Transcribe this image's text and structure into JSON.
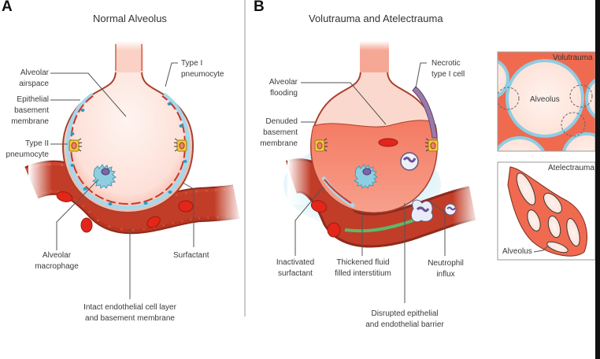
{
  "panel_a": {
    "letter": "A",
    "title": "Normal Alveolus",
    "labels": {
      "alveolar_airspace": "Alveolar\nairspace",
      "epithelial_basement_membrane": "Epithelial\nbasement\nmembrane",
      "type_ii_pneumocyte": "Type II\npneumocyte",
      "type_i_pneumocyte": "Type I\npneumocyte",
      "alveolar_macrophage": "Alveolar\nmacrophage",
      "surfactant": "Surfactant",
      "intact_endothelial": "Intact endothelial cell layer\nand basement membrane"
    }
  },
  "panel_b": {
    "letter": "B",
    "title": "Volutrauma and Atelectrauma",
    "labels": {
      "alveolar_flooding": "Alveolar\nflooding",
      "denuded_basement_membrane": "Denuded\nbasement\nmembrane",
      "necrotic_type_i_cell": "Necrotic\ntype I cell",
      "inactivated_surfactant": "Inactivated\nsurfactant",
      "thickened_fluid": "Thickened fluid\nfilled interstitium",
      "neutrophil_influx": "Neutrophil\ninflux",
      "disrupted_barrier": "Disrupted epithelial\nand endothelial barrier"
    },
    "insets": {
      "volutrauma": {
        "title": "Volutrauma",
        "label": "Alveolus"
      },
      "atelectrauma": {
        "title": "Atelectrauma",
        "label": "Alveolus"
      }
    }
  },
  "colors": {
    "alveolus_fill": "#fde3dc",
    "alveolus_wall": "#b5483a",
    "vessel": "#c8402c",
    "vessel_dark": "#9e2f20",
    "rbc": "#e02a1c",
    "epithelium_blue": "#9fd6ea",
    "nucleus_blue": "#2f9cc4",
    "type2_yellow": "#f3cc3c",
    "flood_fill": "#f4836c",
    "interstitium": "#a8dcec",
    "necrotic": "#9c7aa8",
    "damaged_green": "#5db86a",
    "inset_tissue": "#f06a50",
    "leader": "#555555",
    "divider": "#bbbbbb"
  }
}
